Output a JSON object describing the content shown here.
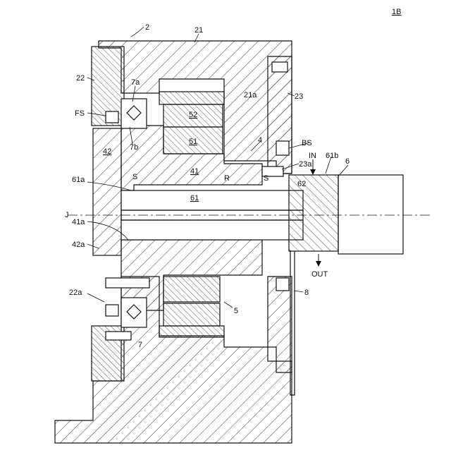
{
  "figure_id": "1B",
  "labels": {
    "l2": "2",
    "l21": "21",
    "l22": "22",
    "l7a": "7a",
    "l21a": "21a",
    "l23": "23",
    "lFS": "FS",
    "l52": "52",
    "l42": "42",
    "l7b": "7b",
    "l51": "51",
    "l4": "4",
    "lBS": "BS",
    "lIN": "IN",
    "l61b": "61b",
    "l6": "6",
    "l23a": "23a",
    "lS1": "S",
    "l41": "41",
    "lR": "R",
    "lS2": "S",
    "l61a": "61a",
    "l62": "62",
    "l61": "61",
    "lJ": "J",
    "l41a": "41a",
    "l42a": "42a",
    "lOUT": "OUT",
    "l22a": "22a",
    "l8": "8",
    "l5": "5",
    "l7": "7"
  }
}
